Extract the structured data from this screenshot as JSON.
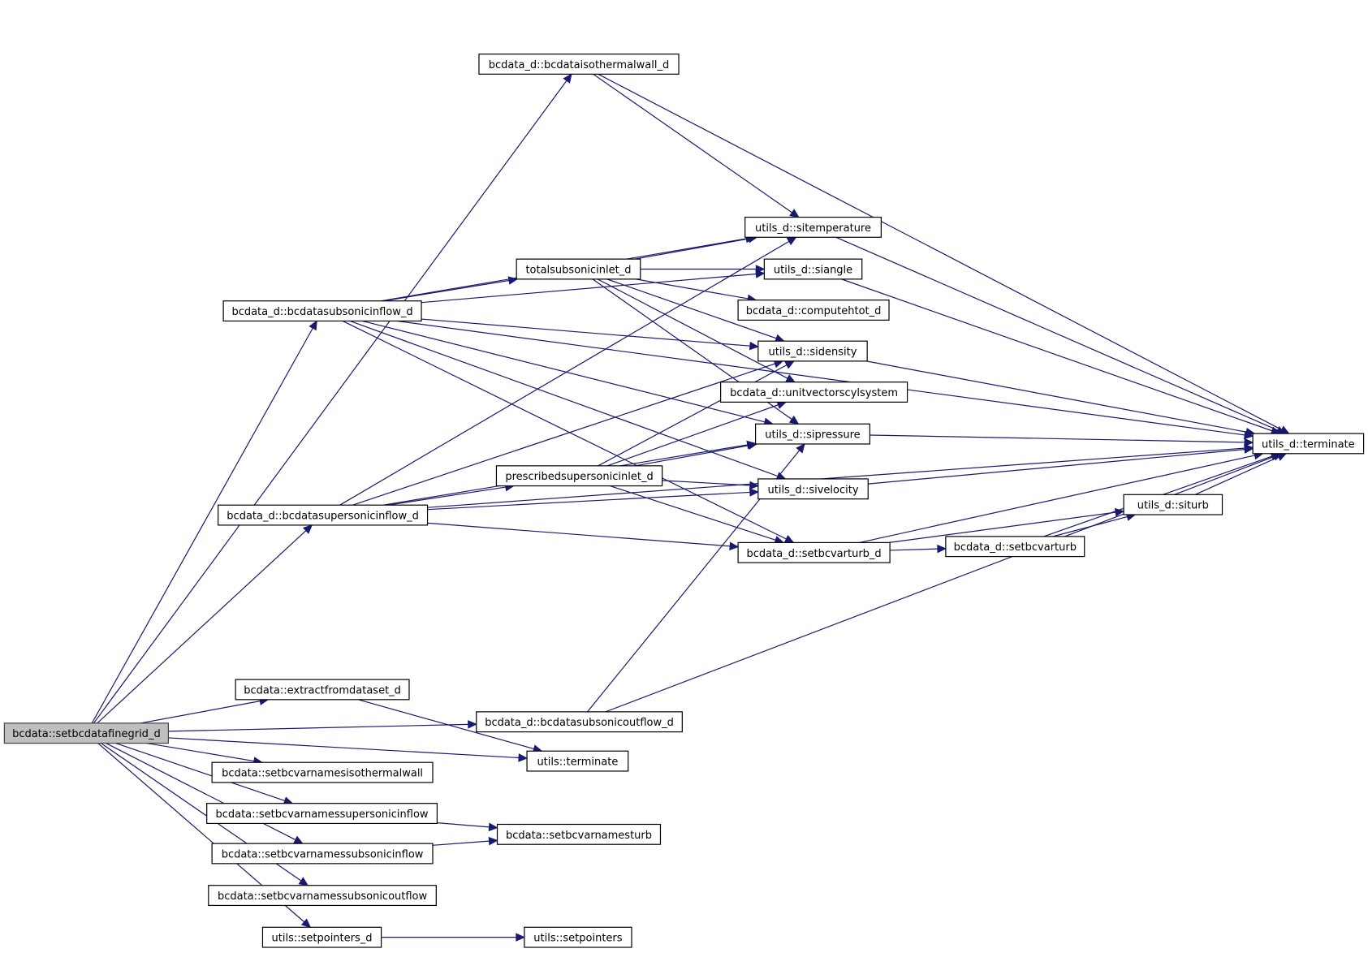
{
  "diagram": {
    "type": "call-graph",
    "edge_color": "#191970",
    "root_fill": "#bfbfbf",
    "nodes": [
      {
        "id": "root",
        "label": "bcdata::setbcdatafinegrid_d",
        "root": true
      },
      {
        "id": "isowall",
        "label": "bcdata_d::bcdataisothermalwall_d"
      },
      {
        "id": "subin",
        "label": "bcdata_d::bcdatasubsonicinflow_d"
      },
      {
        "id": "supin",
        "label": "bcdata_d::bcdatasupersonicinflow_d"
      },
      {
        "id": "subout",
        "label": "bcdata_d::bcdatasubsonicoutflow_d"
      },
      {
        "id": "extract",
        "label": "bcdata::extractfromdataset_d"
      },
      {
        "id": "vn_iso",
        "label": "bcdata::setbcvarnamesisothermalwall"
      },
      {
        "id": "vn_sup",
        "label": "bcdata::setbcvarnamessupersonicinflow"
      },
      {
        "id": "vn_subin",
        "label": "bcdata::setbcvarnamessubsonicinflow"
      },
      {
        "id": "vn_subout",
        "label": "bcdata::setbcvarnamessubsonicoutflow"
      },
      {
        "id": "setptr_d",
        "label": "utils::setpointers_d"
      },
      {
        "id": "setptr",
        "label": "utils::setpointers"
      },
      {
        "id": "vn_turb",
        "label": "bcdata::setbcvarnamesturb"
      },
      {
        "id": "uterm",
        "label": "utils::terminate"
      },
      {
        "id": "totsub",
        "label": "totalsubsonicinlet_d"
      },
      {
        "id": "presup",
        "label": "prescribedsupersonicinlet_d"
      },
      {
        "id": "sitemp",
        "label": "utils_d::sitemperature"
      },
      {
        "id": "siangle",
        "label": "utils_d::siangle"
      },
      {
        "id": "htot",
        "label": "bcdata_d::computehtot_d"
      },
      {
        "id": "sidens",
        "label": "utils_d::sidensity"
      },
      {
        "id": "unitvec",
        "label": "bcdata_d::unitvectorscylsystem"
      },
      {
        "id": "sipress",
        "label": "utils_d::sipressure"
      },
      {
        "id": "sivel",
        "label": "utils_d::sivelocity"
      },
      {
        "id": "varturb_d",
        "label": "bcdata_d::setbcvarturb_d"
      },
      {
        "id": "varturb",
        "label": "bcdata_d::setbcvarturb"
      },
      {
        "id": "siturb",
        "label": "utils_d::siturb"
      },
      {
        "id": "dterm",
        "label": "utils_d::terminate"
      }
    ],
    "edges": [
      [
        "root",
        "isowall"
      ],
      [
        "root",
        "subin"
      ],
      [
        "root",
        "supin"
      ],
      [
        "root",
        "subout"
      ],
      [
        "root",
        "extract"
      ],
      [
        "root",
        "uterm"
      ],
      [
        "root",
        "vn_iso"
      ],
      [
        "root",
        "vn_sup"
      ],
      [
        "root",
        "vn_subin"
      ],
      [
        "root",
        "vn_subout"
      ],
      [
        "root",
        "setptr_d"
      ],
      [
        "isowall",
        "sitemp"
      ],
      [
        "isowall",
        "dterm"
      ],
      [
        "subin",
        "sitemp"
      ],
      [
        "subin",
        "siangle"
      ],
      [
        "subin",
        "totsub"
      ],
      [
        "subin",
        "sidens"
      ],
      [
        "subin",
        "sipress"
      ],
      [
        "subin",
        "sivel"
      ],
      [
        "subin",
        "varturb_d"
      ],
      [
        "subin",
        "dterm"
      ],
      [
        "supin",
        "sitemp"
      ],
      [
        "supin",
        "sidens"
      ],
      [
        "supin",
        "sipress"
      ],
      [
        "supin",
        "presup"
      ],
      [
        "supin",
        "sivel"
      ],
      [
        "supin",
        "varturb_d"
      ],
      [
        "supin",
        "dterm"
      ],
      [
        "totsub",
        "sitemp"
      ],
      [
        "totsub",
        "siangle"
      ],
      [
        "totsub",
        "htot"
      ],
      [
        "totsub",
        "sidens"
      ],
      [
        "totsub",
        "unitvec"
      ],
      [
        "totsub",
        "sipress"
      ],
      [
        "presup",
        "sidens"
      ],
      [
        "presup",
        "unitvec"
      ],
      [
        "presup",
        "sipress"
      ],
      [
        "presup",
        "sivel"
      ],
      [
        "presup",
        "varturb_d"
      ],
      [
        "subout",
        "sipress"
      ],
      [
        "subout",
        "dterm"
      ],
      [
        "extract",
        "uterm"
      ],
      [
        "vn_sup",
        "vn_turb"
      ],
      [
        "vn_subin",
        "vn_turb"
      ],
      [
        "setptr_d",
        "setptr"
      ],
      [
        "varturb_d",
        "siturb"
      ],
      [
        "varturb_d",
        "varturb"
      ],
      [
        "varturb_d",
        "dterm"
      ],
      [
        "varturb",
        "siturb"
      ],
      [
        "varturb",
        "dterm"
      ],
      [
        "sitemp",
        "dterm"
      ],
      [
        "siangle",
        "dterm"
      ],
      [
        "sidens",
        "dterm"
      ],
      [
        "sipress",
        "dterm"
      ],
      [
        "sivel",
        "dterm"
      ],
      [
        "siturb",
        "dterm"
      ]
    ]
  }
}
